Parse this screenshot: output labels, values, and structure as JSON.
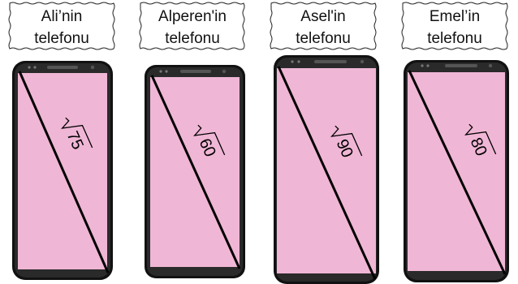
{
  "colors": {
    "screen": "#f0b6d5",
    "frame": "#111111",
    "label_bg": "#ffffff",
    "diagonal": "#000000"
  },
  "phones": [
    {
      "owner_line1": "Ali’nin",
      "owner_line2": "telefonu",
      "radicand": "75",
      "icon": "smartphone-icon"
    },
    {
      "owner_line1": "Alperen'in",
      "owner_line2": "telefonu",
      "radicand": "60",
      "icon": "smartphone-icon"
    },
    {
      "owner_line1": "Asel'in",
      "owner_line2": "telefonu",
      "radicand": "90",
      "icon": "smartphone-icon"
    },
    {
      "owner_line1": "Emel’in",
      "owner_line2": "telefonu",
      "radicand": "80",
      "icon": "smartphone-icon"
    }
  ]
}
